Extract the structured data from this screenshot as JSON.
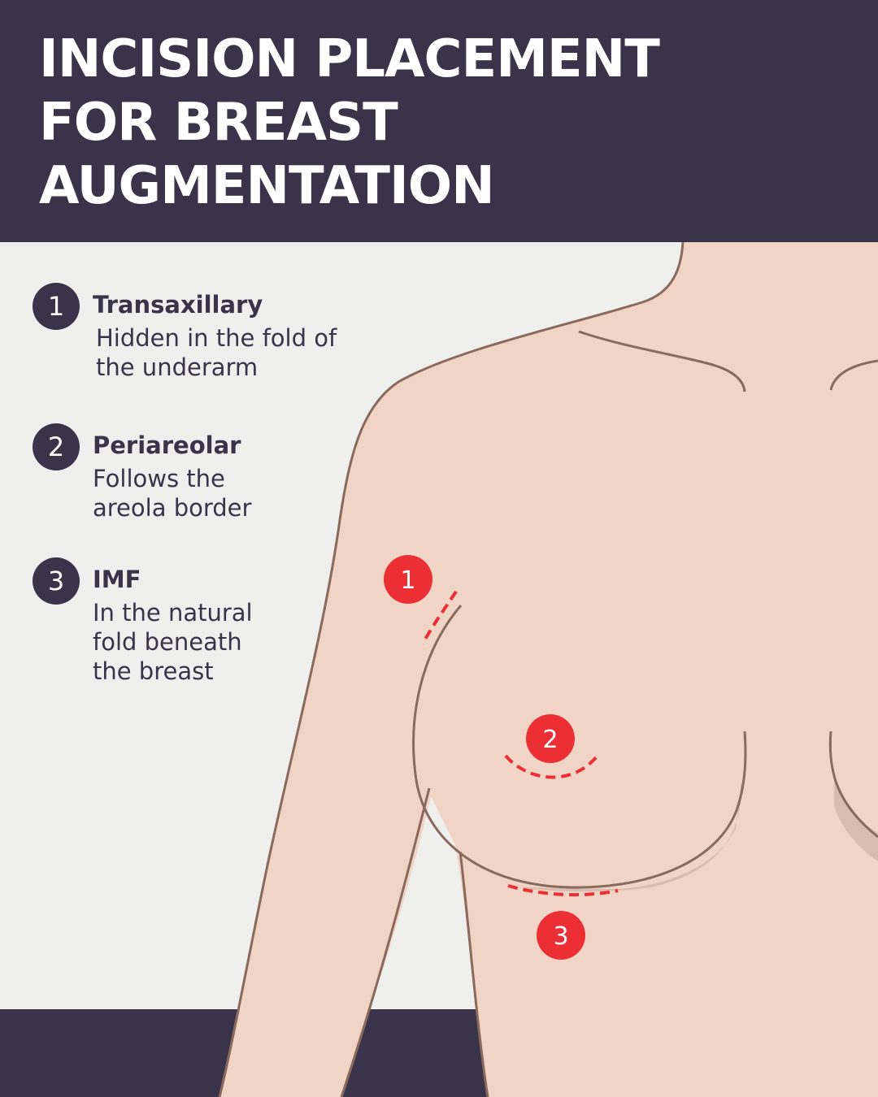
{
  "header": {
    "title": "INCISION PLACEMENT FOR BREAST AUGMENTATION"
  },
  "legend": {
    "items": [
      {
        "number": "1",
        "title": "Transaxillary",
        "description": "Hidden in the fold of the underarm"
      },
      {
        "number": "2",
        "title": "Periareolar",
        "description": "Follows the areola border"
      },
      {
        "number": "3",
        "title": "IMF",
        "description": "In the natural fold beneath the breast"
      }
    ]
  },
  "illustration": {
    "markers": [
      "1",
      "2",
      "3"
    ]
  },
  "colors": {
    "dark": "#39344a",
    "background": "#efefed",
    "skin": "#f0d5c6",
    "skin_shadow": "#d9bcad",
    "outline": "#8a6a5c",
    "accent_red": "#ec2f34"
  }
}
